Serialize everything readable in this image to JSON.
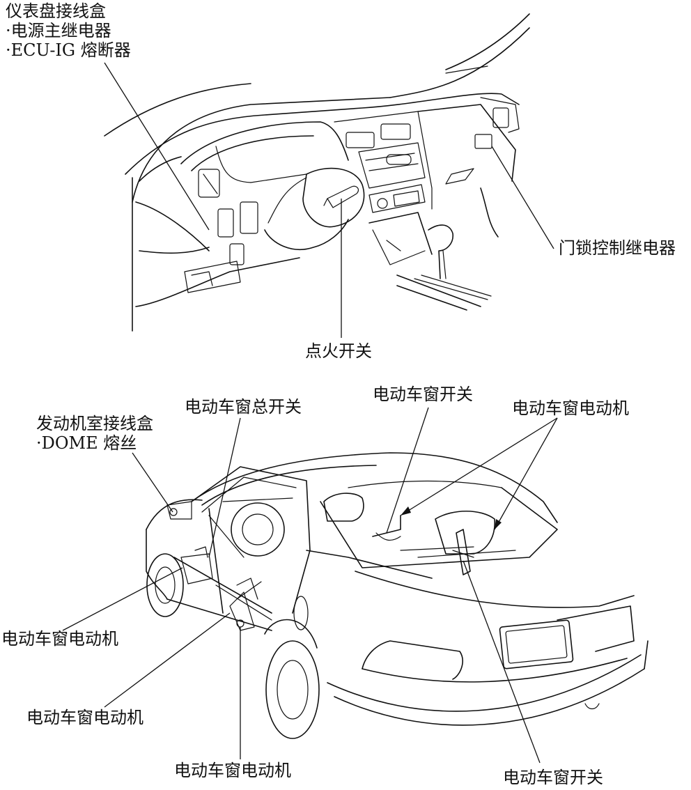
{
  "labels": {
    "ij_box_title": "仪表盘接线盒",
    "ij_box_item1": "·电源主继电器",
    "ij_box_item2": "·ECU-IG 熔断器",
    "door_lock_relay": "门锁控制继电器",
    "ignition_switch": "点火开关",
    "engine_box_title": "发动机室接线盒",
    "engine_box_item1": "·DOME 熔丝",
    "master_switch": "电动车窗总开关",
    "rear_switch_top": "电动车窗开关",
    "rear_motor_top": "电动车窗电动机",
    "motor_left_1": "电动车窗电动机",
    "motor_left_2": "电动车窗电动机",
    "motor_bottom": "电动车窗电动机",
    "rear_switch_bottom": "电动车窗开关"
  }
}
